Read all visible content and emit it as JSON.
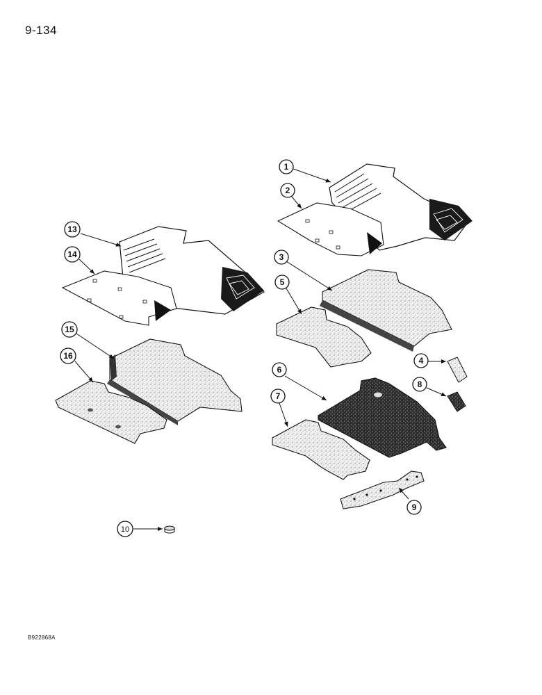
{
  "page_number": "9-134",
  "figure_code": "B922868A",
  "callouts": [
    {
      "id": "c1",
      "label": "1"
    },
    {
      "id": "c2",
      "label": "2"
    },
    {
      "id": "c3",
      "label": "3"
    },
    {
      "id": "c4",
      "label": "4"
    },
    {
      "id": "c5",
      "label": "5"
    },
    {
      "id": "c6",
      "label": "6"
    },
    {
      "id": "c7",
      "label": "7"
    },
    {
      "id": "c8",
      "label": "8"
    },
    {
      "id": "c9",
      "label": "9"
    },
    {
      "id": "c10",
      "label": "10"
    },
    {
      "id": "c13",
      "label": "13"
    },
    {
      "id": "c14",
      "label": "14"
    },
    {
      "id": "c15",
      "label": "15"
    },
    {
      "id": "c16",
      "label": "16"
    }
  ],
  "colors": {
    "ink": "#111111",
    "speckle_fill": "#e6e6e6",
    "dark_mat_fill": "#2a2a2a",
    "paper": "#ffffff"
  }
}
